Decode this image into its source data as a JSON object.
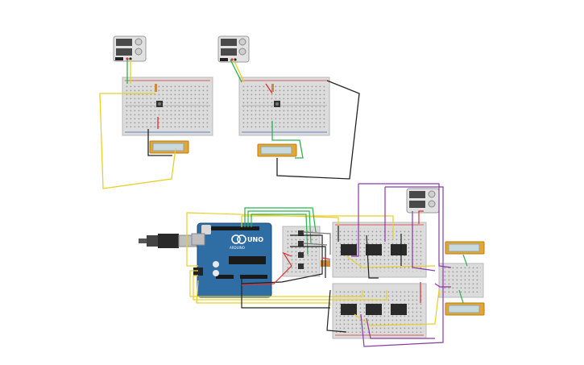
{
  "canvas": {
    "background": "#ffffff"
  },
  "arduino": {
    "model_label": "UNO",
    "brand_label": "ARDUINO"
  },
  "colors": {
    "breadboard": "#dcdcdc",
    "breadboard_edge": "#b8b8b8",
    "arduino_blue": "#2f6ea5",
    "lcd_frame": "#e6a531",
    "lcd_screen": "#c9d9de",
    "wire_yellow": "#e8cf2a",
    "wire_green": "#2bb24c",
    "wire_black": "#222222",
    "wire_red": "#d83232",
    "wire_purple": "#8a3aa6",
    "wire_gray": "#777777",
    "power_supply": "#e2e2e2"
  },
  "components": {
    "power_supplies": [
      "power-supply-1",
      "power-supply-2",
      "power-supply-3"
    ],
    "breadboards": [
      "breadboard-top-left",
      "breadboard-top-right",
      "breadboard-small-mid",
      "breadboard-relay-top",
      "breadboard-relay-bottom",
      "breadboard-small-right"
    ],
    "lcd_modules": [
      "lcd-1",
      "lcd-2",
      "lcd-3",
      "lcd-4"
    ],
    "relay_count": 6
  }
}
